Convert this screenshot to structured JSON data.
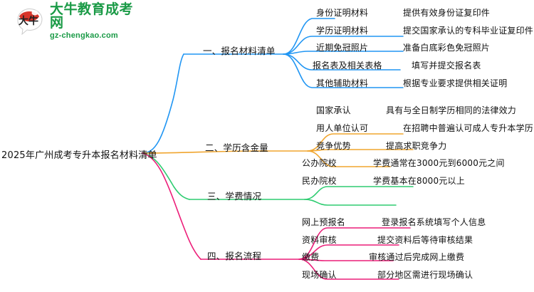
{
  "logo": {
    "mark_text": "大牛",
    "name_cn": "大牛教育成考网",
    "name_en": "gz-chengkao.com",
    "brand_color": "#1a9a46",
    "mark_color": "#d32f2f"
  },
  "mindmap": {
    "root": {
      "label": "2025年广州成考专升本报名材料清单"
    },
    "branches": [
      {
        "label": "一、报名材料清单",
        "color": "#2196f3",
        "items": [
          {
            "label": "身份证明材料",
            "detail": "提供有效身份证复印件"
          },
          {
            "label": "学历证明材料",
            "detail": "提交国家承认的专科毕业证复印件"
          },
          {
            "label": "近期免冠照片",
            "detail": "准备白底彩色免冠照片"
          },
          {
            "label": "报名表及相关表格",
            "detail": "填写并提交报名表"
          },
          {
            "label": "其他辅助材料",
            "detail": "根据专业要求提供相关证明"
          }
        ]
      },
      {
        "label": "二、学历含金量",
        "color": "#f0a52e",
        "items": [
          {
            "label": "国家承认",
            "detail": "具有与全日制学历相同的法律效力"
          },
          {
            "label": "用人单位认可",
            "detail": "在招聘中普遍认可成人专升本学历"
          },
          {
            "label": "竞争优势",
            "detail": "提高求职竞争力"
          }
        ]
      },
      {
        "label": "三、学费情况",
        "color": "#2ecc71",
        "items": [
          {
            "label": "公办院校",
            "detail": "学费通常在3000元到6000元之间"
          },
          {
            "label": "民办院校",
            "detail": "学费基本在8000元以上"
          }
        ]
      },
      {
        "label": "四、报名流程",
        "color": "#ec1e79",
        "items": [
          {
            "label": "网上预报名",
            "detail": "登录报名系统填写个人信息"
          },
          {
            "label": "资料审核",
            "detail": "提交资料后等待审核结果"
          },
          {
            "label": "缴费",
            "detail": "审核通过后完成网上缴费"
          },
          {
            "label": "现场确认",
            "detail": "部分地区需进行现场确认"
          }
        ]
      }
    ]
  }
}
